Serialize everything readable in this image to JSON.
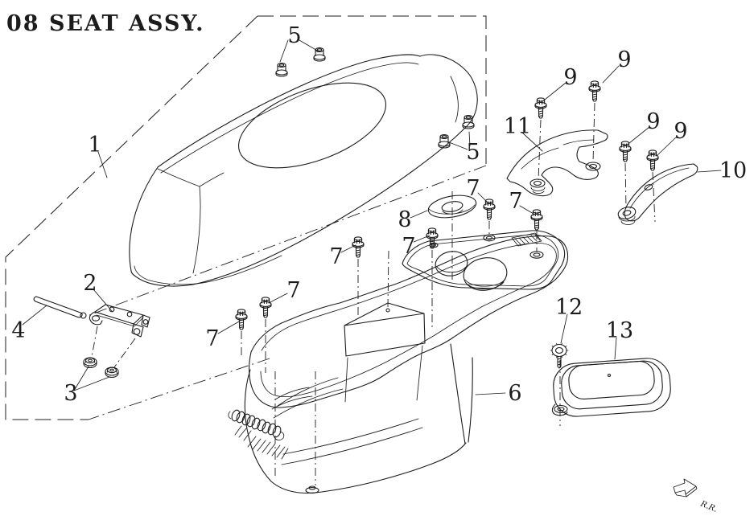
{
  "title": "08  SEAT ASSY.",
  "rear_marker": "R.R.",
  "colors": {
    "line": "#1c1c1c",
    "background": "#ffffff"
  },
  "callouts": [
    {
      "text": "1"
    },
    {
      "text": "2"
    },
    {
      "text": "3"
    },
    {
      "text": "4"
    },
    {
      "text": "5"
    },
    {
      "text": "5"
    },
    {
      "text": "6"
    },
    {
      "text": "7"
    },
    {
      "text": "7"
    },
    {
      "text": "7"
    },
    {
      "text": "7"
    },
    {
      "text": "7"
    },
    {
      "text": "7"
    },
    {
      "text": "8"
    },
    {
      "text": "9"
    },
    {
      "text": "9"
    },
    {
      "text": "9"
    },
    {
      "text": "9"
    },
    {
      "text": "10"
    },
    {
      "text": "11"
    },
    {
      "text": "12"
    },
    {
      "text": "13"
    }
  ]
}
